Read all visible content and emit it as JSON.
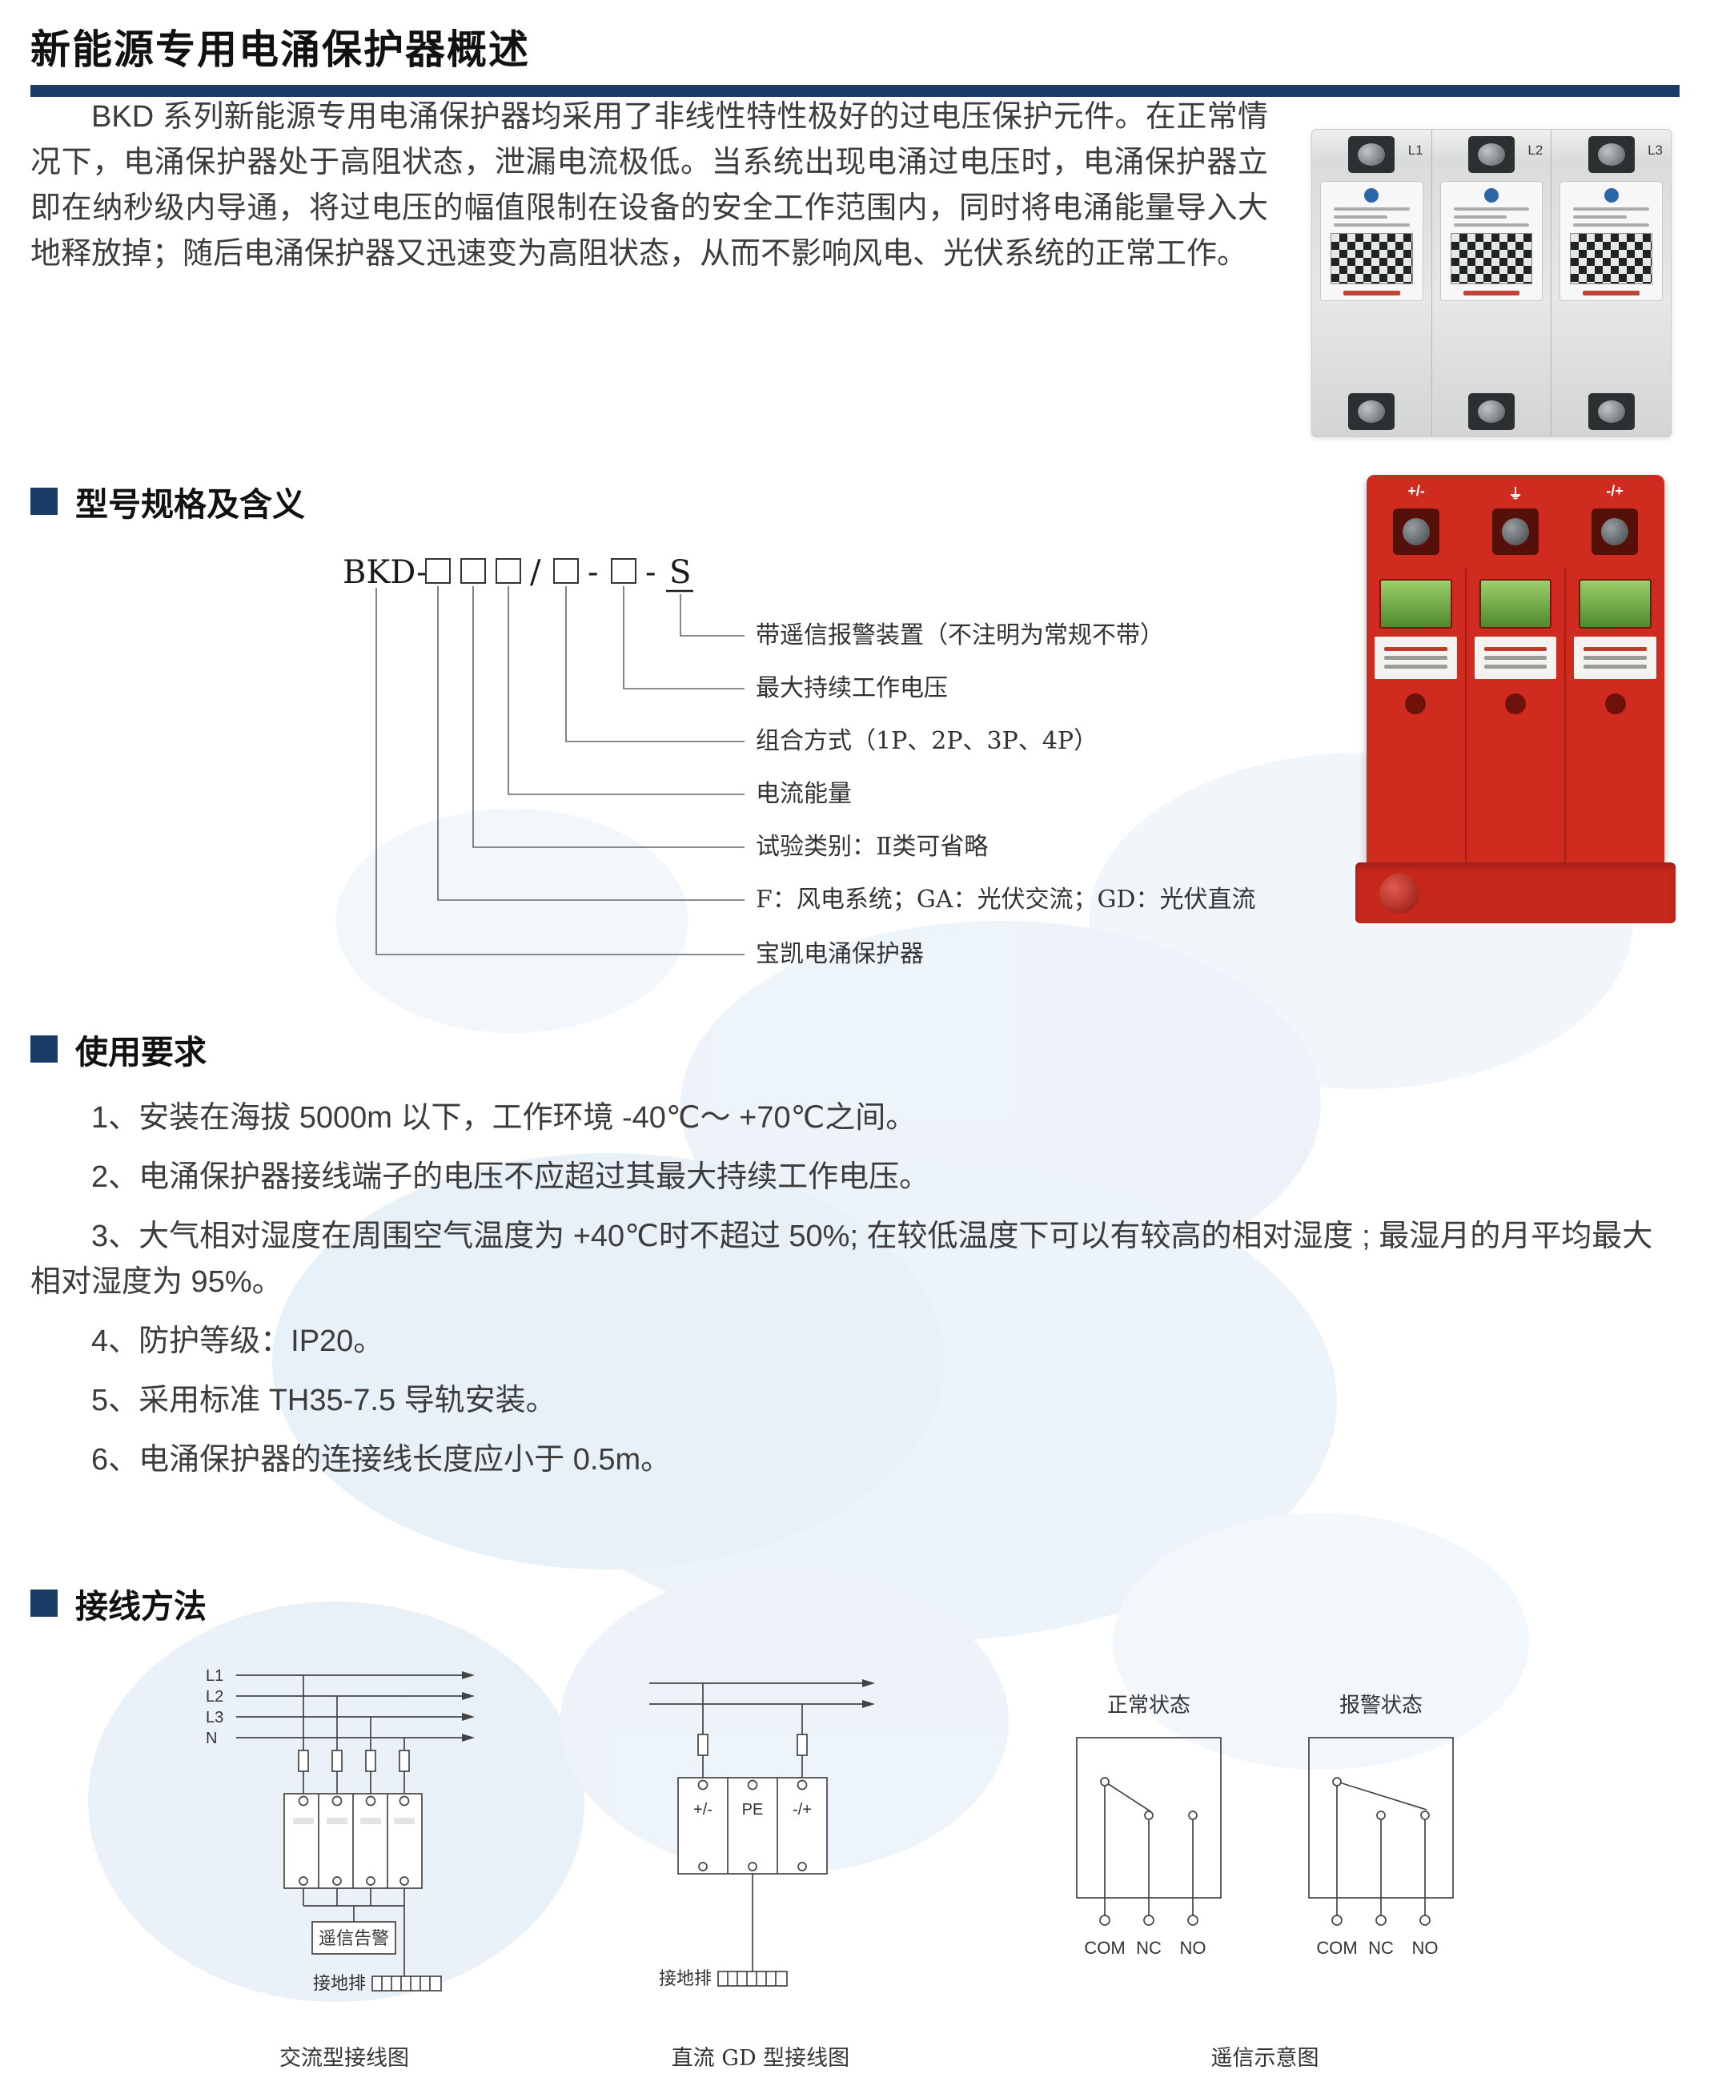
{
  "page": {
    "title": "新能源专用电涌保护器概述"
  },
  "intro": {
    "paragraph": "BKD 系列新能源专用电涌保护器均采用了非线性特性极好的过电压保护元件。在正常情况下，电涌保护器处于高阻状态，泄漏电流极低。当系统出现电涌过电压时，电涌保护器立即在纳秒级内导通，将过电压的幅值限制在设备的安全工作范围内，同时将电涌能量导入大地释放掉；随后电涌保护器又迅速变为高阻状态，从而不影响风电、光伏系统的正常工作。"
  },
  "model_section": {
    "heading": "型号规格及含义",
    "code_prefix": "BKD-",
    "code_slash": "/",
    "code_dash": "-",
    "code_suffix": "S",
    "callouts": [
      "带遥信报警装置（不注明为常规不带）",
      "最大持续工作电压",
      "组合方式（1P、2P、3P、4P）",
      "电流能量",
      "试验类别：Ⅱ类可省略",
      "F：风电系统；GA：光伏交流；GD：光伏直流",
      "宝凯电涌保护器"
    ]
  },
  "usage_section": {
    "heading": "使用要求",
    "items": [
      "1、安装在海拔 5000m 以下，工作环境 -40℃～ +70℃之间。",
      "2、电涌保护器接线端子的电压不应超过其最大持续工作电压。",
      "3、大气相对湿度在周围空气温度为 +40℃时不超过 50%; 在较低温度下可以有较高的相对湿度 ; 最湿月的月平均最大相对湿度为 95%。",
      "4、防护等级：IP20。",
      "5、采用标准 TH35-7.5 导轨安装。",
      "6、电涌保护器的连接线长度应小于 0.5m。"
    ]
  },
  "wiring_section": {
    "heading": "接线方法",
    "ac": {
      "caption": "交流型接线图",
      "line_labels": [
        "L1",
        "L2",
        "L3",
        "N"
      ],
      "alarm_label": "遥信告警",
      "ground_label": "接地排"
    },
    "dc": {
      "caption": "直流 GD 型接线图",
      "module_labels": [
        "+/-",
        "PE",
        "-/+"
      ],
      "ground_label": "接地排"
    },
    "signal": {
      "caption": "遥信示意图",
      "normal_label": "正常状态",
      "alarm_label": "报警状态",
      "terminals": [
        "COM",
        "NC",
        "NO"
      ]
    }
  },
  "photos": {
    "white_device": {
      "module_labels": [
        "L1",
        "L2",
        "L3"
      ]
    },
    "red_device": {
      "top_labels": [
        "+/-",
        "⏚",
        "-/+"
      ]
    }
  },
  "colors": {
    "accent_navy": "#1c3c68",
    "device_red": "#cf2b1e",
    "indicator_green": "#6aae3f",
    "map_watermark_blue": "#e4eef7"
  }
}
